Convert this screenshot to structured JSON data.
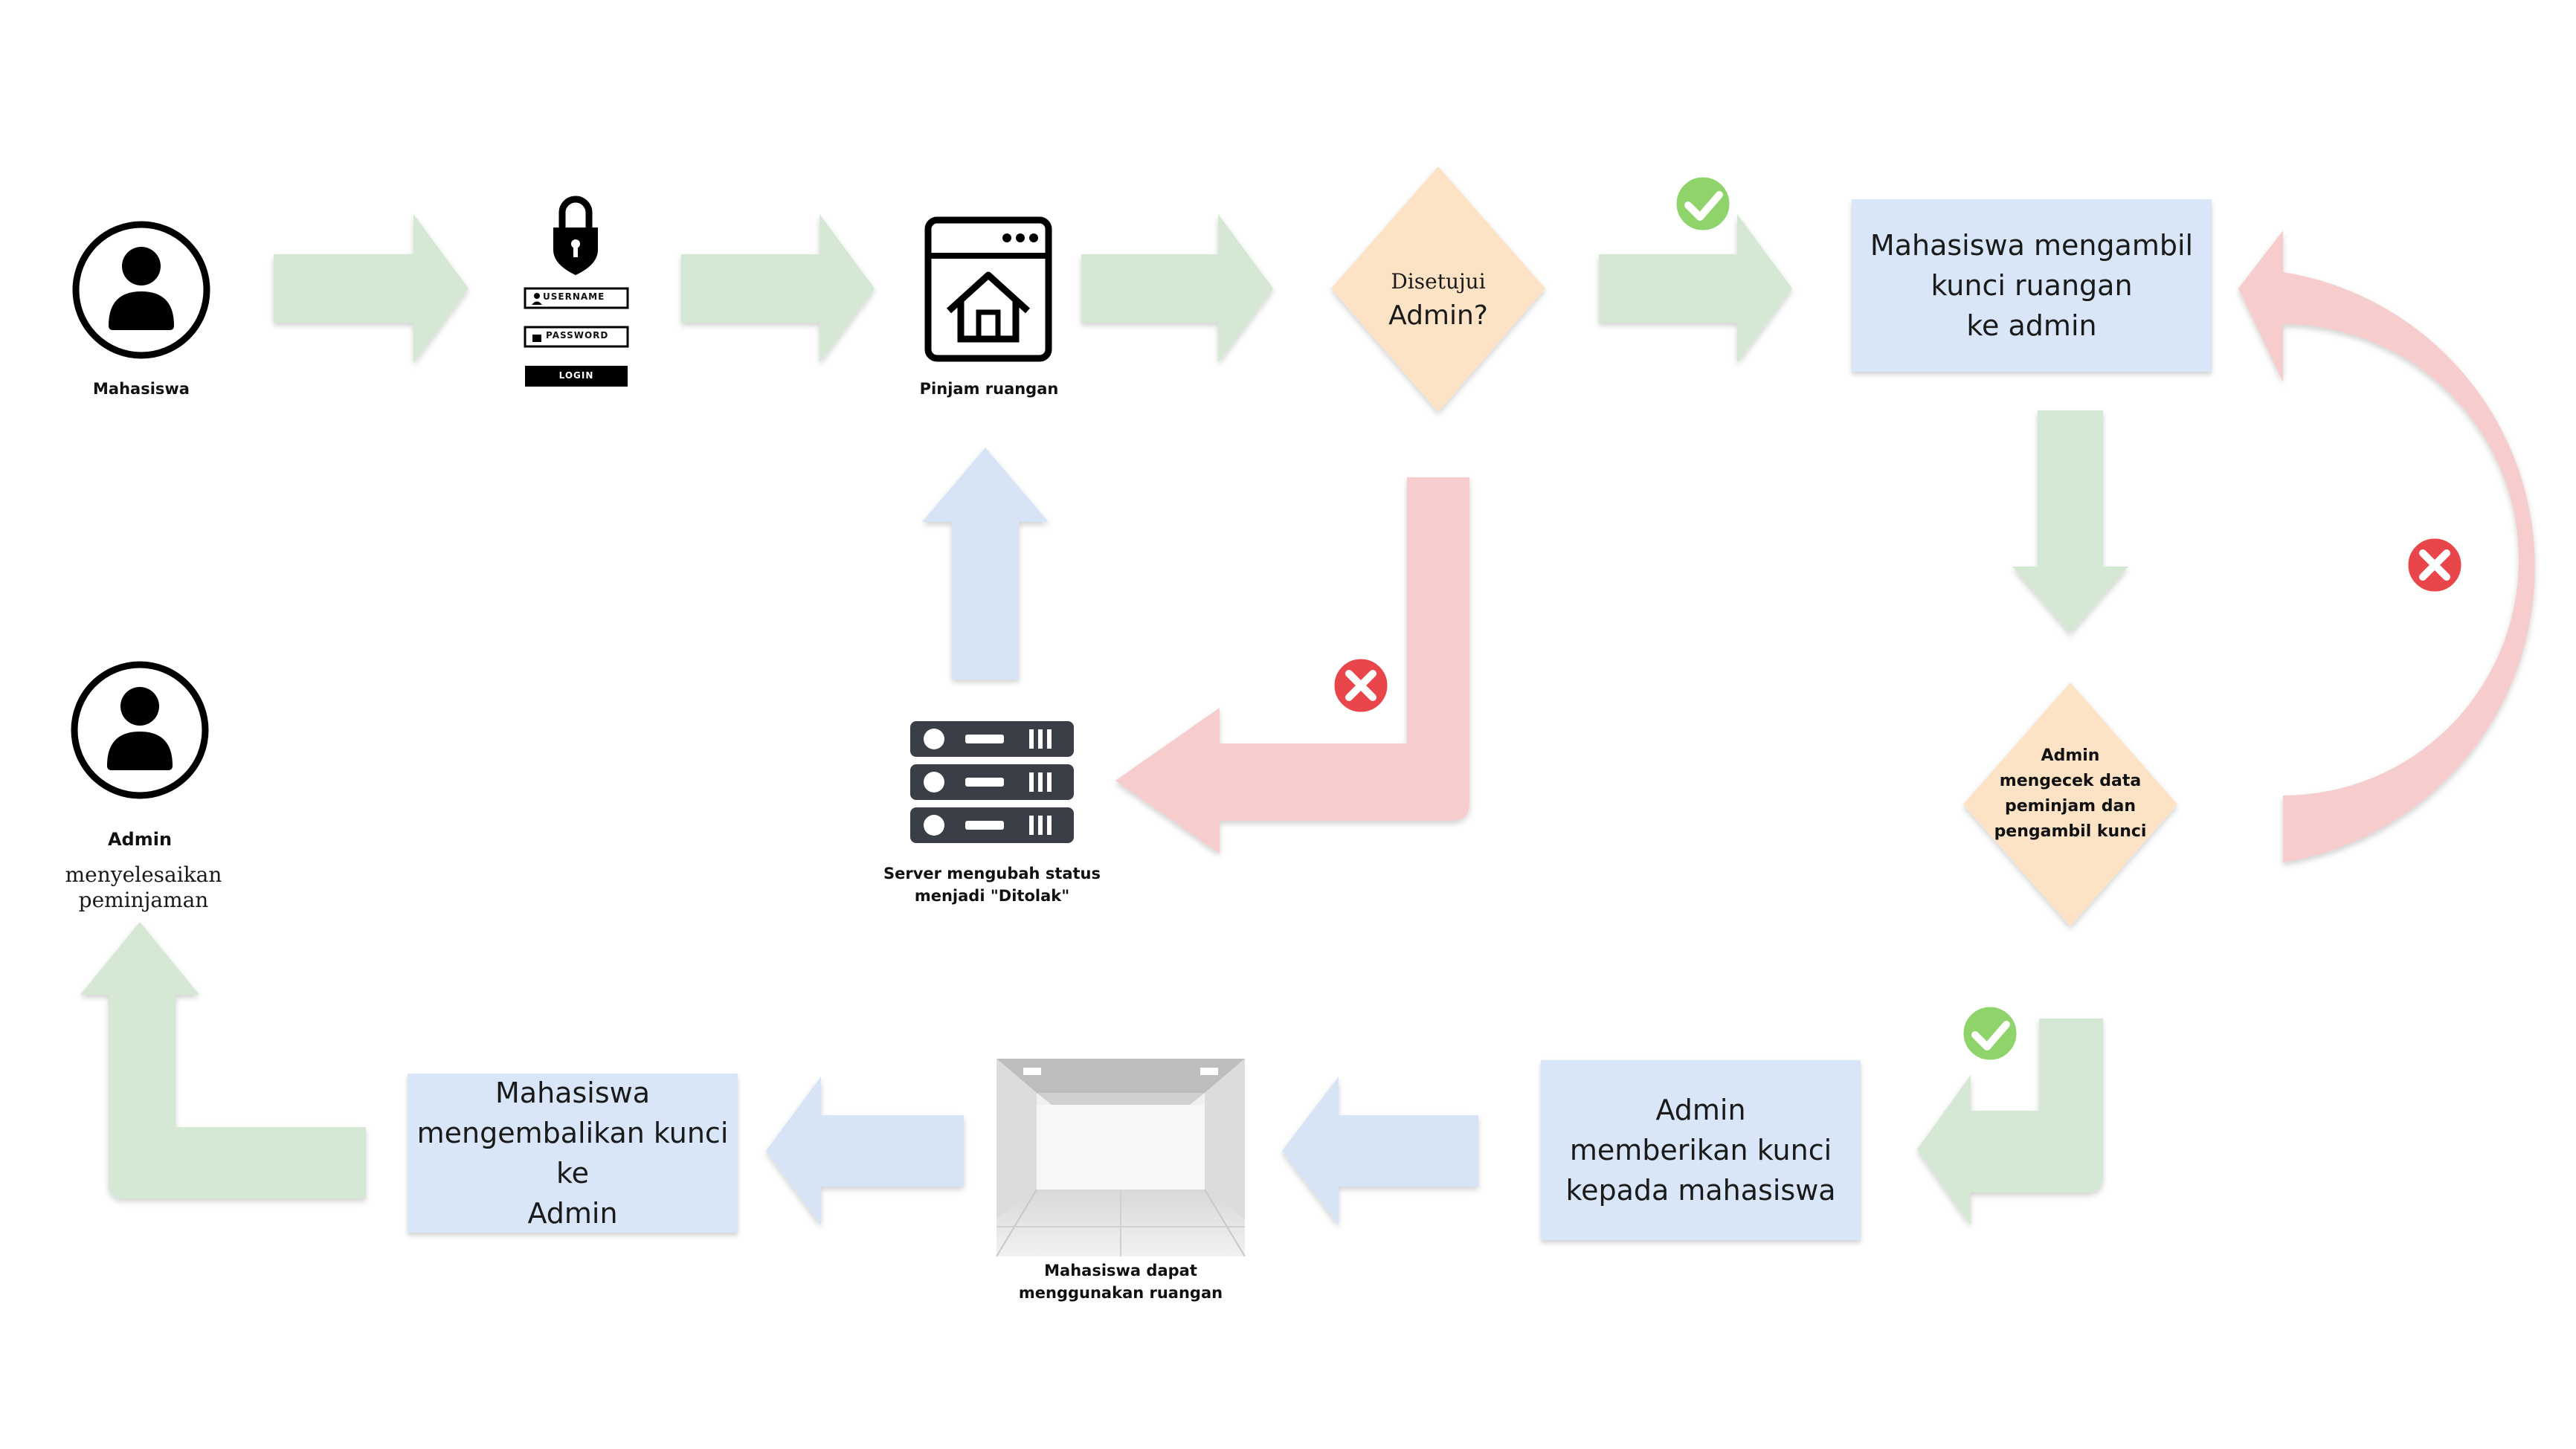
{
  "nodes": {
    "mahasiswa": "Mahasiswa",
    "login_username": "USERNAME",
    "login_password": "PASSWORD",
    "login_button": "LOGIN",
    "pinjam": "Pinjam ruangan",
    "decision1_line1": "Disetujui",
    "decision1_line2": "Admin?",
    "box_ambil": "Mahasiswa mengambil\nkunci ruangan\nke admin",
    "decision2": "Admin\nmengecek data\npeminjam dan\npengambil kunci",
    "server": "Server mengubah status\nmenjadi \"Ditolak\"",
    "box_berikan": "Admin\nmemberikan kunci\nkepada mahasiswa",
    "ruangan": "Mahasiswa dapat\nmenggunakan ruangan",
    "box_kembalikan": "Mahasiswa\nmengembalikan kunci ke\nAdmin",
    "admin": "Admin",
    "admin_selesai": "menyelesaikan\npeminjaman"
  },
  "colors": {
    "green_arrow": "#d5e8d4",
    "red_arrow": "#f6cccc",
    "blue_arrow": "#d6e4f5",
    "box_fill": "#d9e6f7",
    "decision_fill": "#fde3c6",
    "check": "#8fd36b",
    "cross": "#e8464b"
  }
}
